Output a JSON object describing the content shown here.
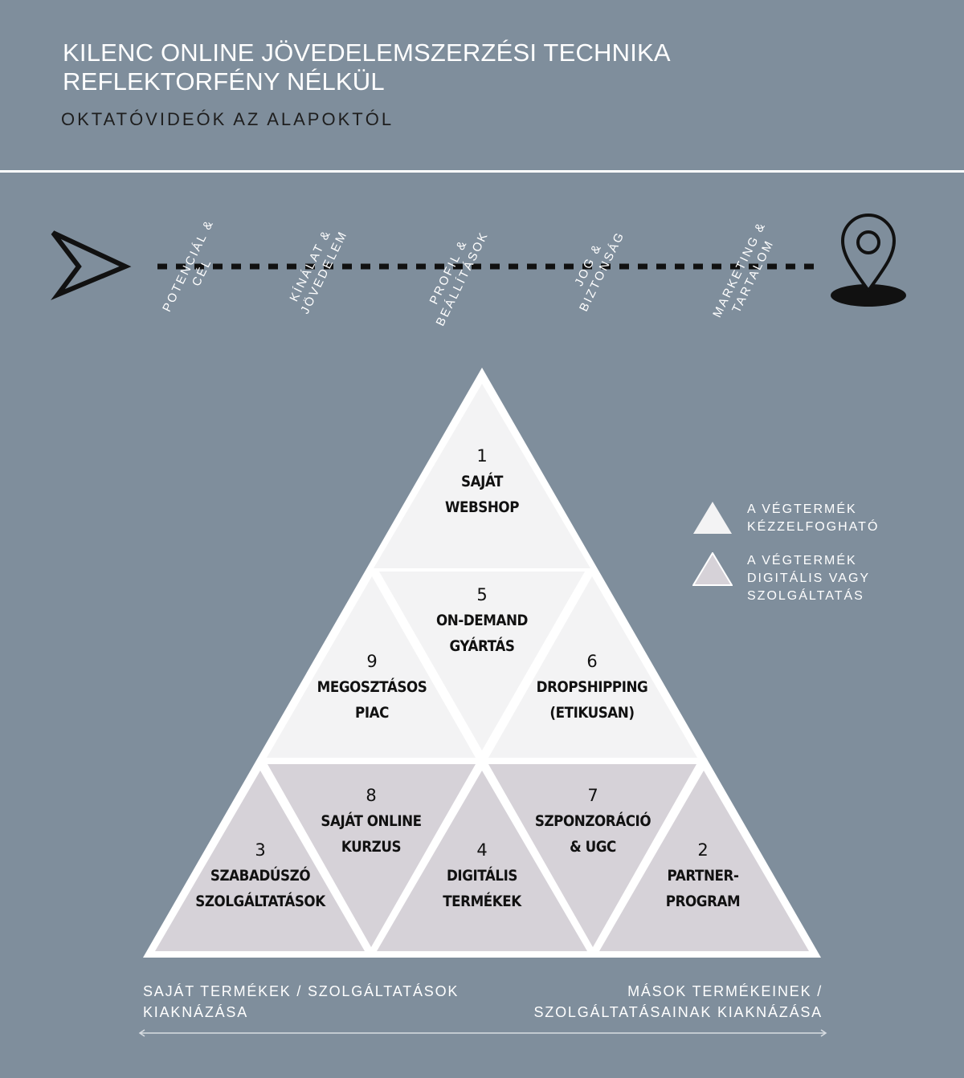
{
  "header": {
    "title_line1": "KILENC ONLINE JÖVEDELEMSZERZÉSI TECHNIKA",
    "title_line2": "REFLEKTORFÉNY NÉLKÜL",
    "subtitle": "OKTATÓVIDEÓK AZ ALAPOKTÓL"
  },
  "timeline": {
    "start_icon": "arrow-pointer-icon",
    "end_icon": "location-pin-icon",
    "stages": [
      {
        "line1": "POTENCIÁL &",
        "line2": "CÉL"
      },
      {
        "line1": "KÍNÁLAT &",
        "line2": "JÖVEDELEM"
      },
      {
        "line1": "PROFIL &",
        "line2": "BEÁLLÍTÁSOK"
      },
      {
        "line1": "JOG &",
        "line2": "BIZTONSÁG"
      },
      {
        "line1": "MARKETING &",
        "line2": "TARTALOM"
      }
    ]
  },
  "pyramid": {
    "colors": {
      "tangible": "#f3f3f4",
      "digital": "#d6d2d8",
      "outline": "#ffffff"
    },
    "cells": [
      {
        "num": "1",
        "line1": "SAJÁT",
        "line2": "WEBSHOP",
        "category": "tangible"
      },
      {
        "num": "5",
        "line1": "ON-DEMAND",
        "line2": "GYÁRTÁS",
        "category": "tangible"
      },
      {
        "num": "9",
        "line1": "MEGOSZTÁSOS",
        "line2": "PIAC",
        "category": "tangible"
      },
      {
        "num": "6",
        "line1": "DROPSHIPPING",
        "line2": "(ETIKUSAN)",
        "category": "tangible"
      },
      {
        "num": "8",
        "line1": "SAJÁT ONLINE",
        "line2": "KURZUS",
        "category": "digital"
      },
      {
        "num": "7",
        "line1": "SZPONZORÁCIÓ",
        "line2": "& UGC",
        "category": "digital"
      },
      {
        "num": "3",
        "line1": "SZABADÚSZÓ",
        "line2": "SZOLGÁLTATÁSOK",
        "category": "digital"
      },
      {
        "num": "4",
        "line1": "DIGITÁLIS",
        "line2": "TERMÉKEK",
        "category": "digital"
      },
      {
        "num": "2",
        "line1": "PARTNER-",
        "line2": "PROGRAM",
        "category": "digital"
      }
    ]
  },
  "legend": {
    "items": [
      {
        "line1": "A VÉGTERMÉK",
        "line2": "KÉZZELFOGHATÓ",
        "line3": "",
        "category": "tangible"
      },
      {
        "line1": "A VÉGTERMÉK",
        "line2": "DIGITÁLIS VAGY",
        "line3": "SZOLGÁLTATÁS",
        "category": "digital"
      }
    ]
  },
  "bottom": {
    "left_line1": "SAJÁT TERMÉKEK / SZOLGÁLTATÁSOK",
    "left_line2": "KIAKNÁZÁSA",
    "right_line1": "MÁSOK TERMÉKEINEK /",
    "right_line2": "SZOLGÁLTATÁSAINAK KIAKNÁZÁSA"
  }
}
